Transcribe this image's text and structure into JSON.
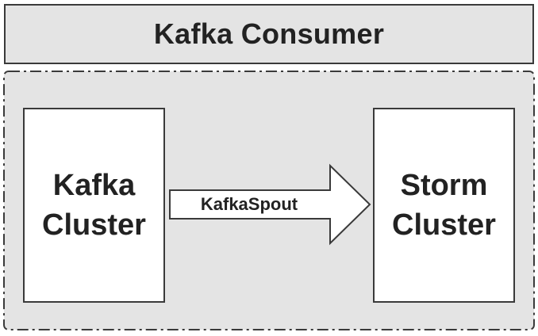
{
  "title": "Kafka Consumer",
  "nodes": {
    "kafka": {
      "line1": "Kafka",
      "line2": "Cluster"
    },
    "storm": {
      "line1": "Storm",
      "line2": "Cluster"
    }
  },
  "arrow": {
    "label": "KafkaSpout"
  },
  "colors": {
    "panel_fill": "#e4e4e4",
    "border": "#3a3a3a",
    "box_fill": "#ffffff",
    "text": "#222222"
  }
}
